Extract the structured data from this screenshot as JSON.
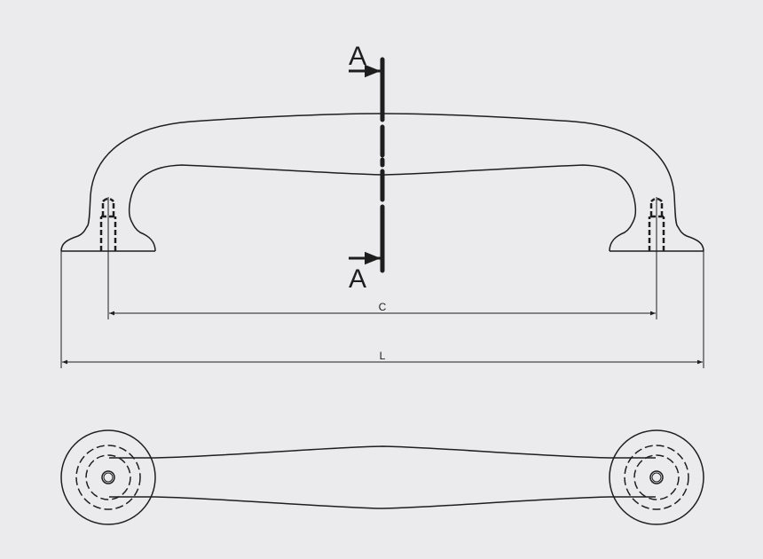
{
  "drawing": {
    "section_label_top": "A",
    "section_label_bottom": "A",
    "dimension_c": "C",
    "dimension_l": "L"
  },
  "colors": {
    "line": "#1e1e1e",
    "background": "#ebebed"
  }
}
